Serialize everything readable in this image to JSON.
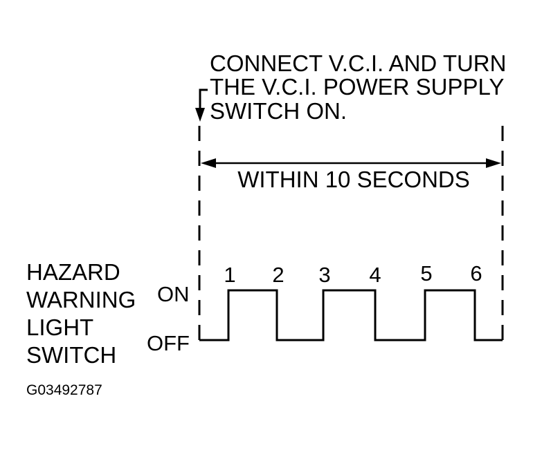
{
  "instruction": {
    "line1": "CONNECT V.C.I. AND TURN",
    "line2": "THE  V.C.I.  POWER SUPPLY",
    "line3": "SWITCH ON."
  },
  "interval_label": "WITHIN 10 SECONDS",
  "signal": {
    "label_lines": [
      "HAZARD",
      "WARNING",
      "LIGHT",
      "SWITCH"
    ],
    "on_label": "ON",
    "off_label": "OFF",
    "pulses": [
      "1",
      "2",
      "3",
      "4",
      "5",
      "6"
    ]
  },
  "figure_id": "G03492787",
  "colors": {
    "ink": "#000000",
    "background": "#ffffff"
  }
}
